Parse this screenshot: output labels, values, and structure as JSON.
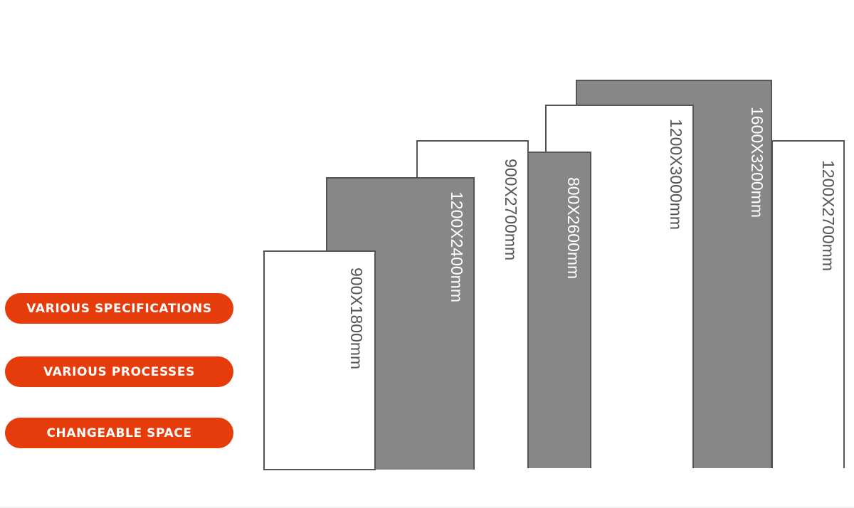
{
  "features": [
    {
      "label": "VARIOUS SPECIFICATIONS"
    },
    {
      "label": "VARIOUS PROCESSES"
    },
    {
      "label": "CHANGEABLE SPACE"
    }
  ],
  "colors": {
    "accent": "#e63b0a",
    "panel_gray": "#878787",
    "panel_border": "#555555",
    "panel_white": "#ffffff"
  },
  "panels": [
    {
      "label": "1600X3200mm",
      "tone": "gray"
    },
    {
      "label": "1200X2700mm",
      "tone": "white"
    },
    {
      "label": "1200X3000mm",
      "tone": "white"
    },
    {
      "label": "800X2600mm",
      "tone": "gray"
    },
    {
      "label": "900X2700mm",
      "tone": "white"
    },
    {
      "label": "1200X2400mm",
      "tone": "gray"
    },
    {
      "label": "900X1800mm",
      "tone": "white"
    }
  ]
}
